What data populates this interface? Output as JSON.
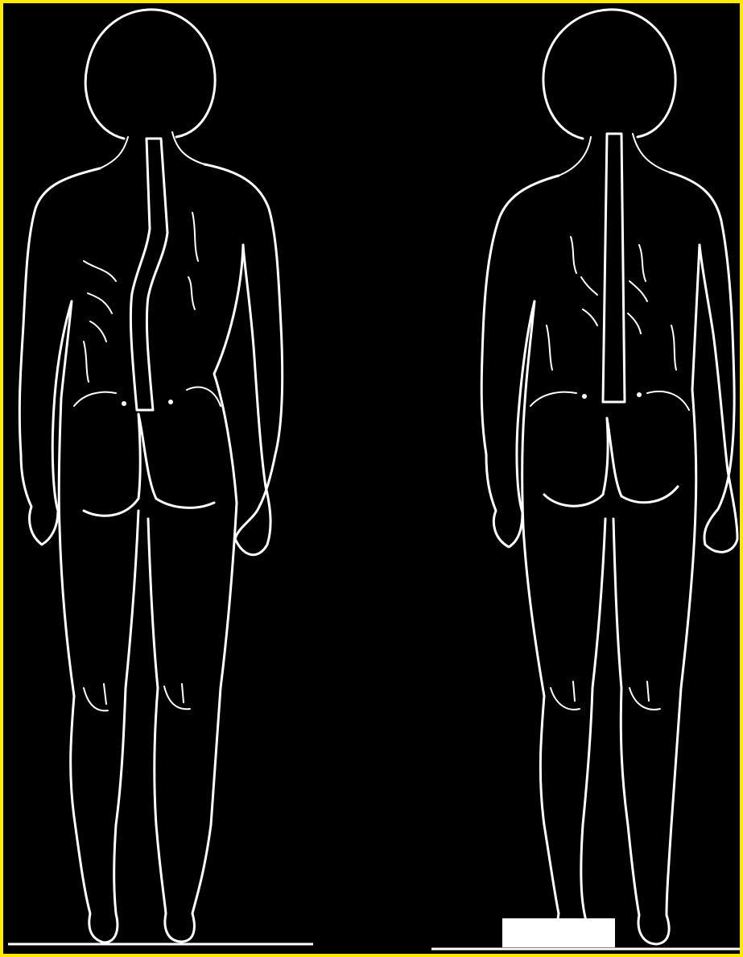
{
  "figure": {
    "frame_color": "#ffea00",
    "background": "#000000",
    "line_color": "#ffffff",
    "figures": [
      {
        "id": "scoliosis-posture",
        "spine": "S-curve"
      },
      {
        "id": "corrected-posture",
        "spine": "straight",
        "foot_block": true
      }
    ]
  }
}
